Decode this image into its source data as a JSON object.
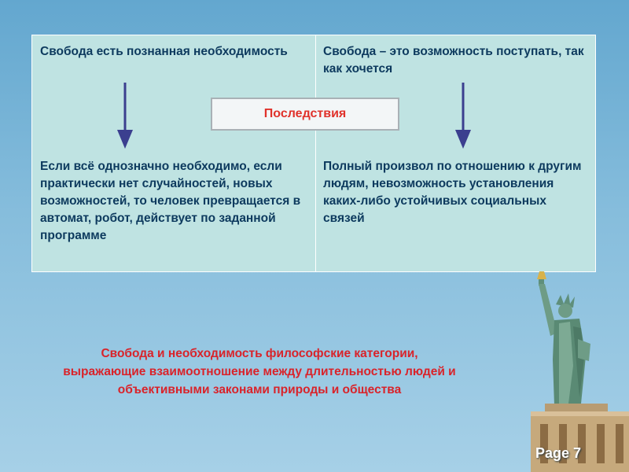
{
  "table": {
    "left_header": "Свобода есть познанная необходимость",
    "right_header": "Свобода – это возможность поступать, так как хочется",
    "left_consequence": "Если всё однозначно необходимо, если практически нет случайностей, новых возможностей, то человек превращается в автомат, робот, действует по заданной программе",
    "right_consequence": "Полный произвол по отношению к другим людям, невозможность установления каких-либо устойчивых социальных связей"
  },
  "center_label": "Последствия",
  "summary": "Свобода и необходимость философские категории, выражающие взаимоотношение между длительностью людей и объективными законами природы и общества",
  "page": "Page 7",
  "colors": {
    "arrow": "#3b3f8f",
    "summary_text": "#d9232a",
    "label_text": "#e0322b",
    "cell_text": "#0d3a5e",
    "cell_bg": "#bfe3e2"
  },
  "icons": {
    "arrow": "arrow-down-icon",
    "statue": "statue-of-liberty-icon"
  }
}
